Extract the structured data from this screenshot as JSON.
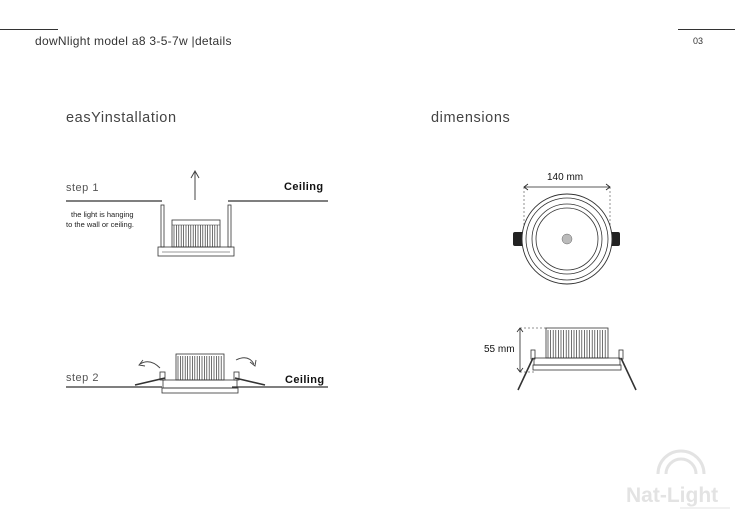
{
  "header": {
    "title": "dowNlight model  a8 3-5-7w  |details",
    "page_number": "03"
  },
  "installation": {
    "title": "easYinstallation",
    "step1": {
      "label": "step 1",
      "ceiling_label": "Ceiling",
      "note_line1": "the light is hanging",
      "note_line2": "to the wall or ceiling."
    },
    "step2": {
      "label": "step 2",
      "ceiling_label": "Ceiling"
    }
  },
  "dimensions": {
    "title": "dimensions",
    "diameter_label": "140 mm",
    "height_label": "55 mm"
  },
  "logo": {
    "text": "Nat-Light"
  },
  "colors": {
    "line": "#333333",
    "logo": "#e3e3e3"
  }
}
